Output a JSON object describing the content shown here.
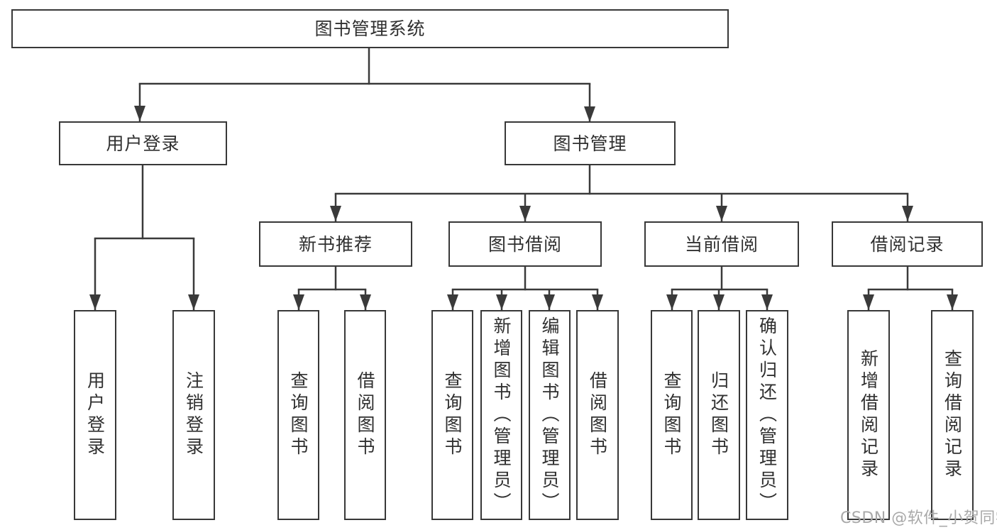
{
  "title": "图书管理系统",
  "tree": {
    "label": "图书管理系统",
    "children": [
      {
        "label": "用户登录",
        "children": [
          {
            "label": "用户登录"
          },
          {
            "label": "注销登录"
          }
        ]
      },
      {
        "label": "图书管理",
        "children": [
          {
            "label": "新书推荐",
            "children": [
              {
                "label": "查询图书"
              },
              {
                "label": "借阅图书"
              }
            ]
          },
          {
            "label": "图书借阅",
            "children": [
              {
                "label": "查询图书"
              },
              {
                "label": "新增图书（管理员）"
              },
              {
                "label": "编辑图书（管理员）"
              },
              {
                "label": "借阅图书"
              }
            ]
          },
          {
            "label": "当前借阅",
            "children": [
              {
                "label": "查询图书"
              },
              {
                "label": "归还图书"
              },
              {
                "label": "确认归还（管理员）"
              }
            ]
          },
          {
            "label": "借阅记录",
            "children": [
              {
                "label": "新增借阅记录"
              },
              {
                "label": "查询借阅记录"
              }
            ]
          }
        ]
      }
    ]
  },
  "watermark": {
    "text": "CSDN @软件_小贺同学",
    "color": "#a9a9a9"
  },
  "colors": {
    "background": "#ffffff",
    "line": "#3a3a3a",
    "border": "#383838",
    "text": "#303030"
  }
}
